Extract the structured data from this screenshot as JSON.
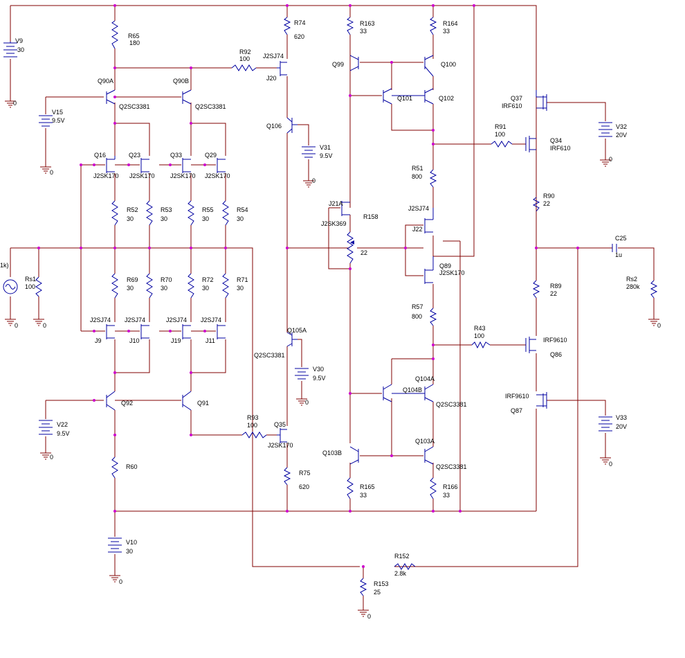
{
  "colors": {
    "wire": "#800000",
    "component": "#0000a0",
    "junction": "#cc00cc",
    "background": "#ffffff"
  },
  "icons": {
    "resistor": "resistor-zigzag-icon",
    "source": "dc-source-icon",
    "ground": "ground-icon",
    "jfet": "jfet-icon",
    "bjt": "bjt-icon",
    "mosfet": "mosfet-icon",
    "capacitor": "capacitor-icon",
    "ac": "ac-source-icon"
  },
  "labels": {
    "V9": "V9",
    "V9v": "30",
    "V15": "V15",
    "V15v": "9.5V",
    "V22": "V22",
    "V22v": "9.5V",
    "V10": "V10",
    "V10v": "30",
    "V31": "V31",
    "V31v": "9.5V",
    "V30": "V30",
    "V30v": "9.5V",
    "V32": "V32",
    "V32v": "20V",
    "V33": "V33",
    "V33v": "20V",
    "R65": "R65",
    "R65v": "180",
    "R74": "R74",
    "R74v": "620",
    "R92": "R92",
    "R92v": "100",
    "R163": "R163",
    "R163v": "33",
    "R164": "R164",
    "R164v": "33",
    "R52": "R52",
    "R52v": "30",
    "R53": "R53",
    "R53v": "30",
    "R55": "R55",
    "R55v": "30",
    "R54": "R54",
    "R54v": "30",
    "R69": "R69",
    "R69v": "30",
    "R70": "R70",
    "R70v": "30",
    "R72": "R72",
    "R72v": "30",
    "R71": "R71",
    "R71v": "30",
    "R51": "R51",
    "R51v": "800",
    "R57": "R57",
    "R57v": "800",
    "R91": "R91",
    "R91v": "100",
    "R43": "R43",
    "R43v": "100",
    "R90": "R90",
    "R90v": "22",
    "R89": "R89",
    "R89v": "22",
    "R158": "R158",
    "R158v": "22",
    "R93": "R93",
    "R93v": "100",
    "R75": "R75",
    "R75v": "620",
    "R165": "R165",
    "R165v": "33",
    "R166": "R166",
    "R166v": "33",
    "R152": "R152",
    "R152v": "2.8k",
    "R153": "R153",
    "R153v": "25",
    "R60": "R60",
    "Rs1": "Rs1",
    "Rs1v": "100",
    "Rs2": "Rs2",
    "Rs2v": "280k",
    "C25": "C25",
    "C25v": "1u",
    "src": "1k)",
    "Q90A": "Q90A",
    "Q90B": "Q90B",
    "Q2SC3381": "Q2SC3381",
    "Q16": "Q16",
    "Q23": "Q23",
    "Q33": "Q33",
    "Q29": "Q29",
    "J2SK170": "J2SK170",
    "J2SJ74": "J2SJ74",
    "J20": "J20",
    "J9": "J9",
    "J10": "J10",
    "J19": "J19",
    "J11": "J11",
    "Q106": "Q106",
    "Q99": "Q99",
    "Q100": "Q100",
    "Q101": "Q101",
    "Q102": "Q102",
    "J21A": "J21A",
    "J2SK369": "J2SK369",
    "J22": "J22",
    "Q89": "Q89",
    "Q37": "Q37",
    "IRF610": "IRF610",
    "Q34": "Q34",
    "IRF9610": "IRF9610",
    "Q86": "Q86",
    "Q87": "Q87",
    "Q92": "Q92",
    "Q91": "Q91",
    "Q105A": "Q105A",
    "Q35": "Q35",
    "Q104A": "Q104A",
    "Q104B": "Q104B",
    "Q103A": "Q103A",
    "Q103B": "Q103B",
    "zero": "0"
  }
}
